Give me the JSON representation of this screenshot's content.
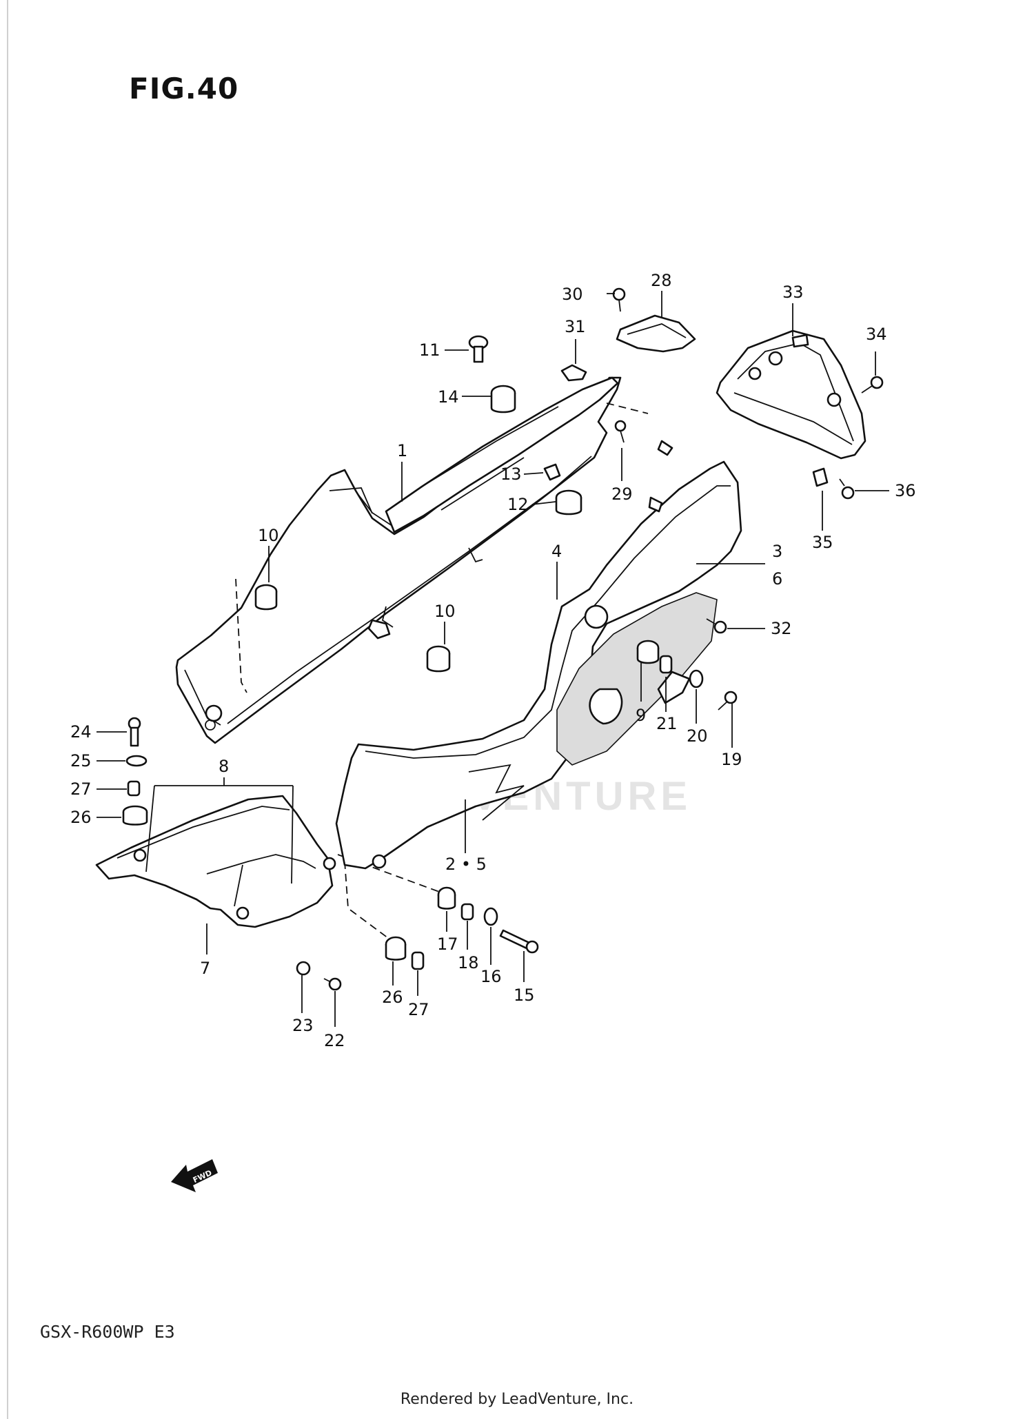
{
  "figure": {
    "title": "FIG.40",
    "model": "GSX-R600WP E3",
    "credit": "Rendered by LeadVenture, Inc.",
    "watermark": "LEADVENTURE",
    "fwd_badge": "FWD"
  },
  "callouts": [
    {
      "id": "c1",
      "text": "1"
    },
    {
      "id": "c2",
      "text": "2 • 5"
    },
    {
      "id": "c3",
      "text": "3"
    },
    {
      "id": "c6",
      "text": "6"
    },
    {
      "id": "c4",
      "text": "4"
    },
    {
      "id": "c7",
      "text": "7"
    },
    {
      "id": "c8",
      "text": "8"
    },
    {
      "id": "c9",
      "text": "9"
    },
    {
      "id": "c10a",
      "text": "10"
    },
    {
      "id": "c10b",
      "text": "10"
    },
    {
      "id": "c11",
      "text": "11"
    },
    {
      "id": "c12",
      "text": "12"
    },
    {
      "id": "c13",
      "text": "13"
    },
    {
      "id": "c14",
      "text": "14"
    },
    {
      "id": "c15",
      "text": "15"
    },
    {
      "id": "c16",
      "text": "16"
    },
    {
      "id": "c17",
      "text": "17"
    },
    {
      "id": "c18",
      "text": "18"
    },
    {
      "id": "c19",
      "text": "19"
    },
    {
      "id": "c20",
      "text": "20"
    },
    {
      "id": "c21",
      "text": "21"
    },
    {
      "id": "c22",
      "text": "22"
    },
    {
      "id": "c23",
      "text": "23"
    },
    {
      "id": "c24",
      "text": "24"
    },
    {
      "id": "c25",
      "text": "25"
    },
    {
      "id": "c26a",
      "text": "26"
    },
    {
      "id": "c26b",
      "text": "26"
    },
    {
      "id": "c27a",
      "text": "27"
    },
    {
      "id": "c27b",
      "text": "27"
    },
    {
      "id": "c28",
      "text": "28"
    },
    {
      "id": "c29",
      "text": "29"
    },
    {
      "id": "c30",
      "text": "30"
    },
    {
      "id": "c31",
      "text": "31"
    },
    {
      "id": "c32",
      "text": "32"
    },
    {
      "id": "c33",
      "text": "33"
    },
    {
      "id": "c34",
      "text": "34"
    },
    {
      "id": "c35",
      "text": "35"
    },
    {
      "id": "c36",
      "text": "36"
    }
  ]
}
